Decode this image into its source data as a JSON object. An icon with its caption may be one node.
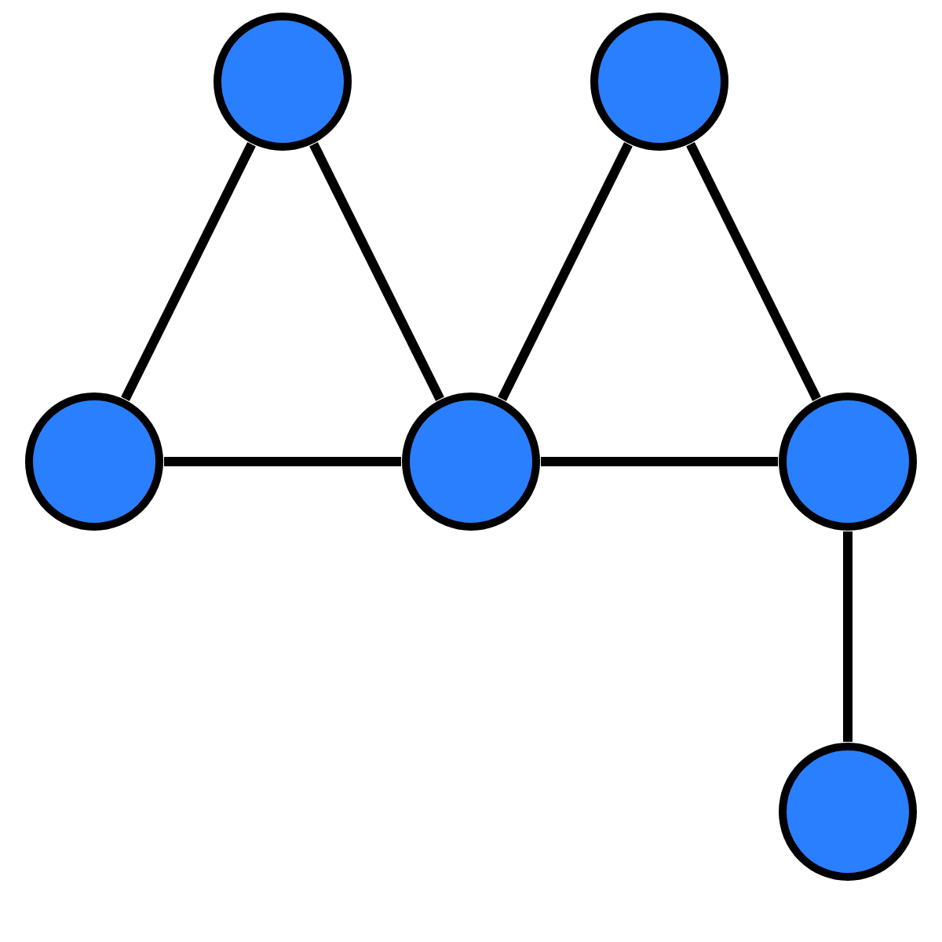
{
  "diagram": {
    "nodes": [
      {
        "text": [],
        "shape": "circle"
      },
      {
        "text": [],
        "shape": "circle"
      },
      {
        "text": [],
        "shape": "circle"
      },
      {
        "text": [],
        "shape": "circle"
      },
      {
        "text": [],
        "shape": "circle"
      },
      {
        "text": [],
        "shape": "circle"
      }
    ],
    "edges": [
      {
        "from": 0,
        "to": 2,
        "arrow": "none"
      },
      {
        "from": 0,
        "to": 3,
        "arrow": "none"
      },
      {
        "from": 1,
        "to": 3,
        "arrow": "none"
      },
      {
        "from": 1,
        "to": 4,
        "arrow": "none"
      },
      {
        "from": 2,
        "to": 3,
        "arrow": "none"
      },
      {
        "from": 3,
        "to": 4,
        "arrow": "none"
      },
      {
        "from": 4,
        "to": 5,
        "arrow": "none"
      }
    ]
  }
}
